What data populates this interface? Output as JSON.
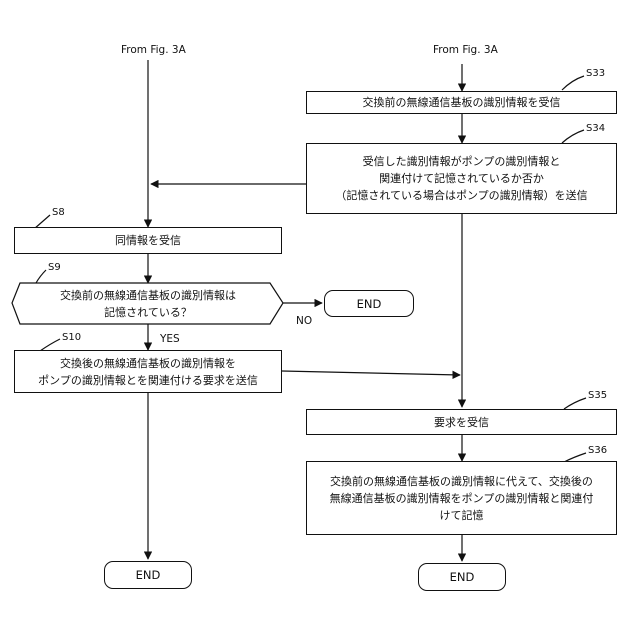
{
  "labels": {
    "from_left": "From Fig. 3A",
    "from_right": "From Fig. 3A",
    "no": "NO",
    "yes": "YES"
  },
  "steps": {
    "s33": {
      "id": "S33",
      "text": "交換前の無線通信基板の識別情報を受信"
    },
    "s34": {
      "id": "S34",
      "text": "受信した識別情報がポンプの識別情報と\n関連付けて記憶されているか否か\n（記憶されている場合はポンプの識別情報）を送信"
    },
    "s8": {
      "id": "S8",
      "text": "同情報を受信"
    },
    "s9": {
      "id": "S9",
      "text": "交換前の無線通信基板の識別情報は\n記憶されている？"
    },
    "s10": {
      "id": "S10",
      "text": "交換後の無線通信基板の識別情報を\nポンプの識別情報とを関連付ける要求を送信"
    },
    "s35": {
      "id": "S35",
      "text": "要求を受信"
    },
    "s36": {
      "id": "S36",
      "text": "交換前の無線通信基板の識別情報に代えて、交換後の\n無線通信基板の識別情報をポンプの識別情報と関連付\nけて記憶"
    }
  },
  "terminals": {
    "end_no": "END",
    "end_left": "END",
    "end_right": "END"
  }
}
